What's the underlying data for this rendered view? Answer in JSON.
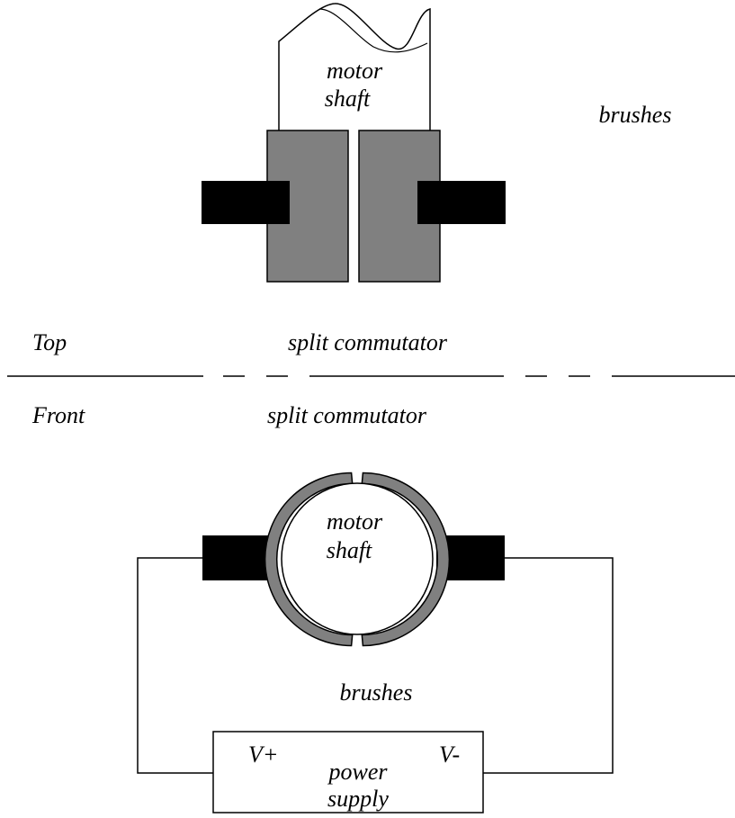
{
  "top_view": {
    "section_label": "Top",
    "caption": "split commutator",
    "shaft_label_line1": "motor",
    "shaft_label_line2": "shaft",
    "brushes_label": "brushes"
  },
  "front_view": {
    "section_label": "Front",
    "caption": "split commutator",
    "shaft_label_line1": "motor",
    "shaft_label_line2": "shaft",
    "brushes_label": "brushes",
    "power_supply": {
      "positive_terminal": "V+",
      "negative_terminal": "V-",
      "label_line1": "power",
      "label_line2": "supply"
    }
  },
  "colors": {
    "commutator": "#808080",
    "brush": "#000000",
    "wire": "#000000",
    "background": "#ffffff"
  }
}
